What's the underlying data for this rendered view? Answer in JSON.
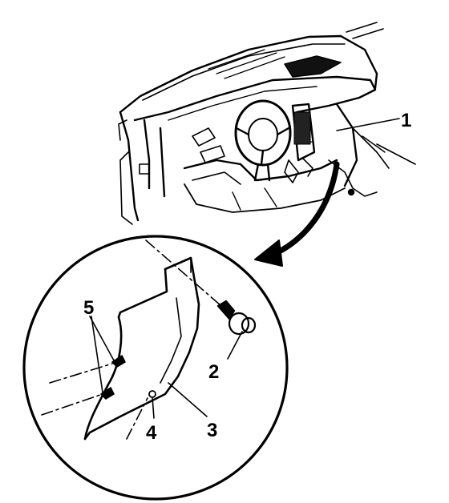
{
  "colors": {
    "line": "#000000",
    "background": "#ffffff"
  },
  "callouts": [
    {
      "id": "1",
      "label": "1"
    },
    {
      "id": "2",
      "label": "2"
    },
    {
      "id": "3",
      "label": "3"
    },
    {
      "id": "4",
      "label": "4"
    },
    {
      "id": "5",
      "label": "5"
    }
  ]
}
